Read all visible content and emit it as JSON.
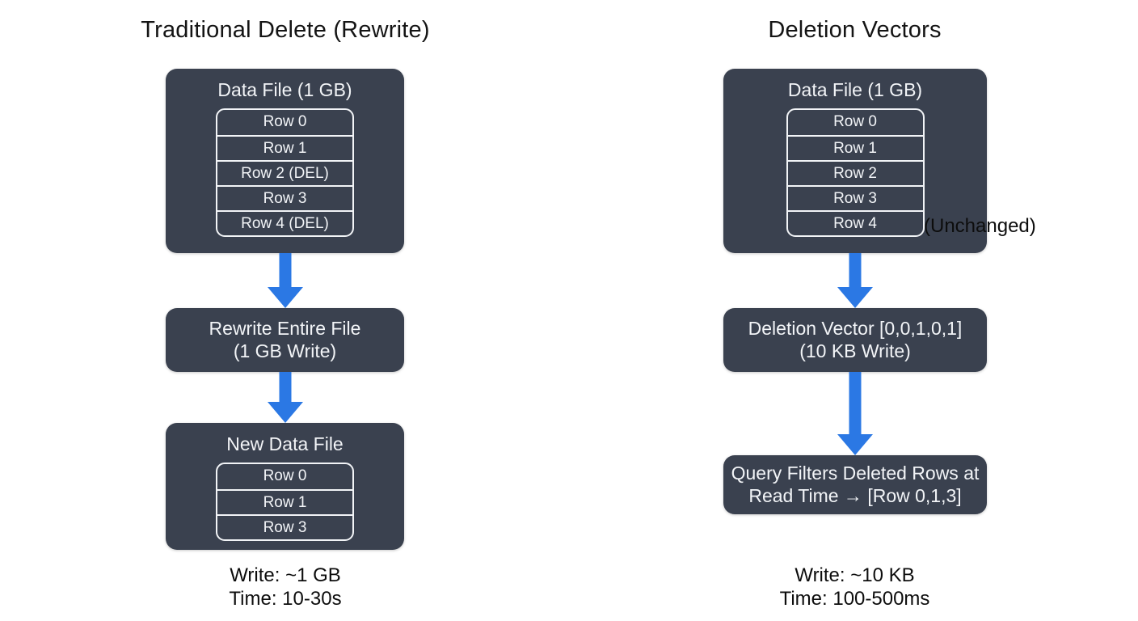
{
  "colors": {
    "box_bg": "#3a414f",
    "box_text": "#f2f4f7",
    "arrow": "#2b78e4",
    "title_text": "#141414",
    "table_border": "#f2f4f7",
    "canvas_bg": "#ffffff"
  },
  "left": {
    "title": "Traditional Delete (Rewrite)",
    "data_file": {
      "title": "Data File (1 GB)",
      "rows": [
        "Row 0",
        "Row 1",
        "Row 2 (DEL)",
        "Row 3",
        "Row 4 (DEL)"
      ]
    },
    "rewrite_box": {
      "line1": "Rewrite Entire File",
      "line2": "(1 GB Write)"
    },
    "new_file": {
      "title": "New Data File",
      "rows": [
        "Row 0",
        "Row 1",
        "Row 3"
      ]
    },
    "stats": {
      "write": "Write: ~1 GB",
      "time": "Time: 10-30s"
    }
  },
  "right": {
    "title": "Deletion Vectors",
    "data_file": {
      "title": "Data File (1 GB)",
      "rows": [
        "Row 0",
        "Row 1",
        "Row 2",
        "Row 3",
        "Row 4"
      ],
      "annotation": "(Unchanged)"
    },
    "vector_box": {
      "line1": "Deletion Vector [0,0,1,0,1]",
      "line2": "(10 KB Write)"
    },
    "query_box": {
      "line1": "Query Filters Deleted Rows at",
      "line2": "Read Time → [Row 0,1,3]"
    },
    "stats": {
      "write": "Write: ~10 KB",
      "time": "Time: 100-500ms"
    }
  }
}
